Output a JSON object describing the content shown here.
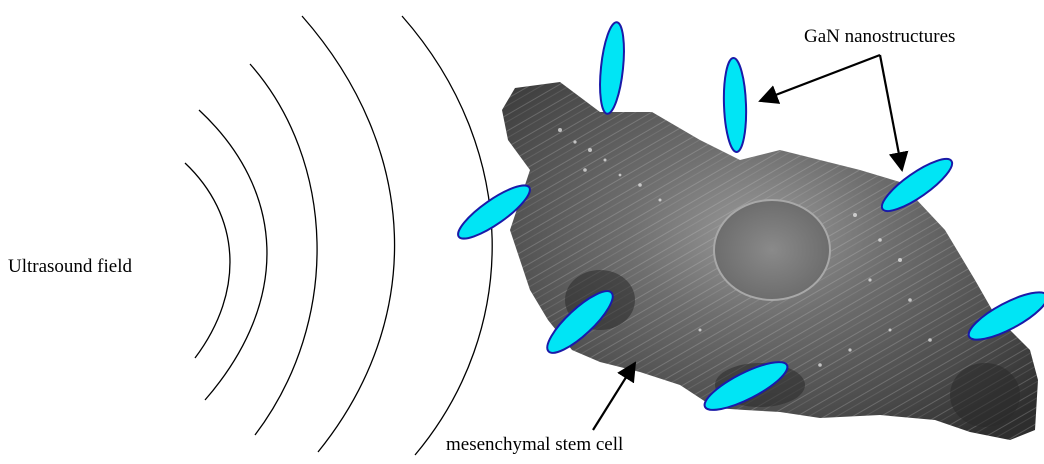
{
  "labels": {
    "ultrasound": "Ultrasound field",
    "nanostructures": "GaN nanostructures",
    "cell": "mesenchymal stem cell"
  },
  "colors": {
    "nanostructure_fill": "#00e5f5",
    "nanostructure_stroke": "#1a1aa8",
    "wave_stroke": "#000000",
    "cell_dark": "#3a3a3a",
    "cell_light": "#bdbdbd"
  },
  "icons": [
    "ultrasound-wave-icon",
    "nanostructure-ellipse-icon",
    "arrow-icon",
    "cell-image-icon"
  ]
}
